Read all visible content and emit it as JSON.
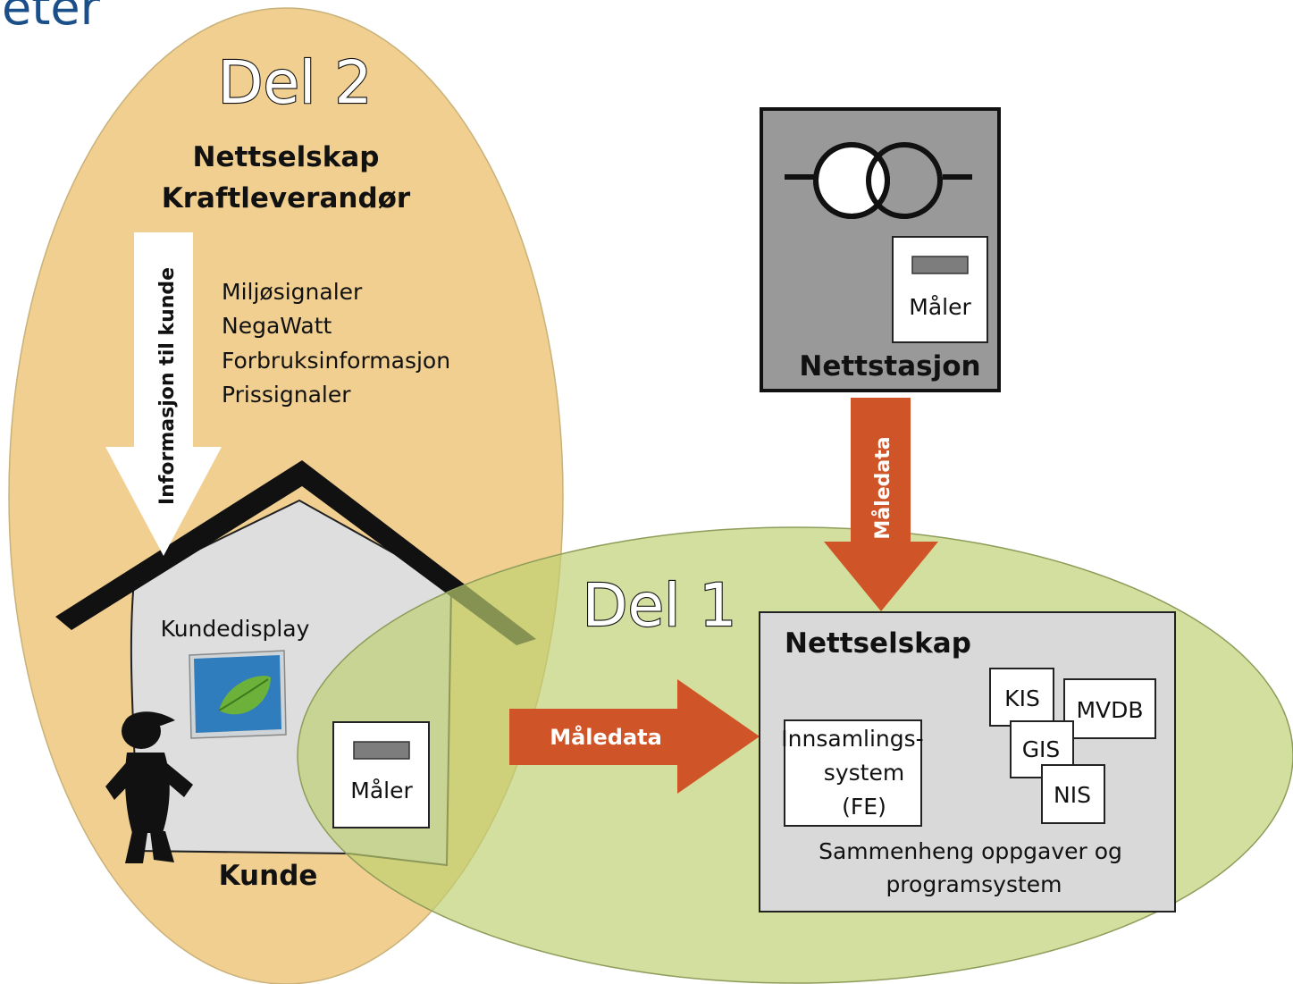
{
  "header": {
    "partial_title": "eter",
    "title_color": "#1b4f8a"
  },
  "del2": {
    "heading": "Del 2",
    "actor_line1": "Nettselskap",
    "actor_line2": "Kraftleverandør",
    "info_arrow_label": "Informasjon til kunde",
    "signals": [
      "Miljøsignaler",
      "NegaWatt",
      "Forbruksinformasjon",
      "Prissignaler"
    ],
    "color": "#f0cf90"
  },
  "house": {
    "display_label": "Kundedisplay",
    "meter_label": "Måler",
    "customer_label": "Kunde",
    "icon": "leaf-icon"
  },
  "del1": {
    "heading": "Del 1",
    "color": "#cfdc98",
    "arrow_label": "Måledata",
    "arrow_color": "#cf5427"
  },
  "substation": {
    "label": "Nettstasjon",
    "meter_label": "Måler",
    "arrow_label": "Måledata",
    "icon": "transformer-icon"
  },
  "network_company": {
    "title": "Nettselskap",
    "collection_system": [
      "Innsamlings-",
      "system",
      "(FE)"
    ],
    "systems": [
      "KIS",
      "MVDB",
      "GIS",
      "NIS"
    ],
    "caption_line1": "Sammenheng oppgaver og",
    "caption_line2": "programsystem"
  }
}
